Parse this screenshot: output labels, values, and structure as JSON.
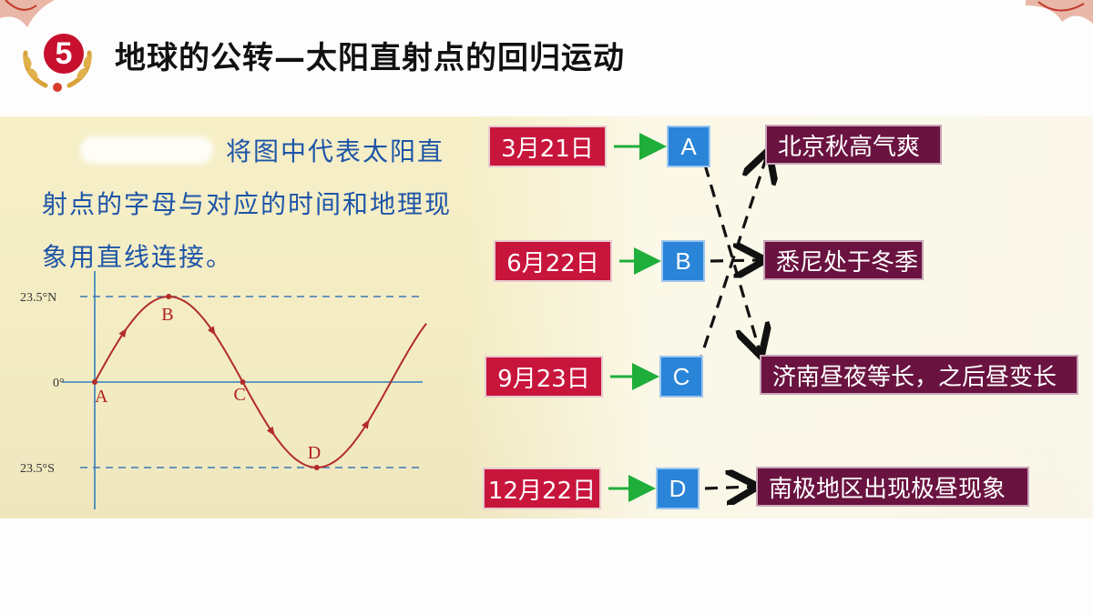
{
  "header": {
    "section_number": "5",
    "title": "地球的公转—太阳直射点的回归运动"
  },
  "instruction": {
    "text": "将图中代表太阳直射点的字母与对应的时间和地理现象用直线连接。"
  },
  "chart_data": {
    "type": "line",
    "y_tick_labels": [
      "23.5°N",
      "0°",
      "23.5°S"
    ],
    "y_values": [
      23.5,
      0,
      -23.5
    ],
    "ylim": [
      -23.5,
      23.5
    ],
    "points": [
      {
        "label": "A",
        "phase": 0,
        "lat": 0
      },
      {
        "label": "B",
        "phase": 0.25,
        "lat": 23.5
      },
      {
        "label": "C",
        "phase": 0.5,
        "lat": 0
      },
      {
        "label": "D",
        "phase": 0.75,
        "lat": -23.5
      }
    ],
    "curve_end_phase": 1.12,
    "colors": {
      "curve": "#b22a2a",
      "axis": "#2f7fc0",
      "dashed": "#3a78b8",
      "label": "#b01e1e"
    }
  },
  "matching": {
    "dates": [
      "3月21日",
      "6月22日",
      "9月23日",
      "12月22日"
    ],
    "letters": [
      "A",
      "B",
      "C",
      "D"
    ],
    "phenomena": [
      "北京秋高气爽",
      "悉尼处于冬季",
      "济南昼夜等长，之后昼变长",
      "南极地区出现极昼现象"
    ],
    "connections": [
      {
        "letter": "A",
        "phenomenon": "济南昼夜等长，之后昼变长"
      },
      {
        "letter": "B",
        "phenomenon": "悉尼处于冬季"
      },
      {
        "letter": "C",
        "phenomenon": "北京秋高气爽"
      },
      {
        "letter": "D",
        "phenomenon": "南极地区出现极昼现象"
      }
    ],
    "colors": {
      "date_box": "#c8153c",
      "letter_box": "#2a84d8",
      "phenomenon_box": "#6a1340",
      "green_arrow": "#1fae3a",
      "dashed_arrow": "#111111"
    }
  }
}
